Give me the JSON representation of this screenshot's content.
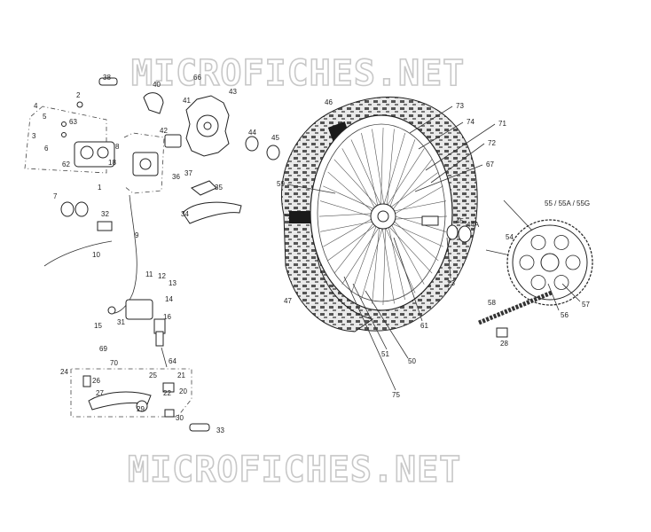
{
  "watermark": {
    "top": "MICROFICHES.NET",
    "bottom": "MICROFICHES.NET"
  },
  "callouts": {
    "c38": "38",
    "c40": "40",
    "c66": "66",
    "c43": "43",
    "c41": "41",
    "c2": "2",
    "c4": "4",
    "c5": "5",
    "c63": "63",
    "c3": "3",
    "c6": "6",
    "c62": "62",
    "c18": "18",
    "c8": "8",
    "c42": "42",
    "c44": "44",
    "c45a": "45",
    "c46": "46",
    "c73": "73",
    "c74": "74",
    "c71": "71",
    "c72": "72",
    "c67": "67",
    "c59": "59",
    "c36": "36",
    "c37": "37",
    "c35": "35",
    "c34": "34",
    "c7": "7",
    "c1": "1",
    "c32": "32",
    "c9": "9",
    "c10": "10",
    "c11": "11",
    "c12": "12",
    "c13": "13",
    "c14": "14",
    "c15": "15",
    "c31": "31",
    "c16": "16",
    "c47": "47",
    "c45b": "45",
    "c44a": "44A",
    "c23": "23",
    "c61": "61",
    "c51": "51",
    "c50": "50",
    "c75": "75",
    "c55": "55 / 55A / 55G",
    "c54": "54",
    "c58": "58",
    "c56": "56",
    "c57": "57",
    "c28": "28",
    "c69": "69",
    "c70": "70",
    "c24": "24",
    "c64": "64",
    "c25": "25",
    "c21": "21",
    "c26": "26",
    "c20": "20",
    "c27": "27",
    "c22": "22",
    "c29": "29",
    "c30": "30",
    "c33": "33"
  },
  "colors": {
    "line": "#222222",
    "watermark": "#c8c8c8",
    "tire_fill": "#e6e6e6",
    "band": "#1a1a1a"
  }
}
